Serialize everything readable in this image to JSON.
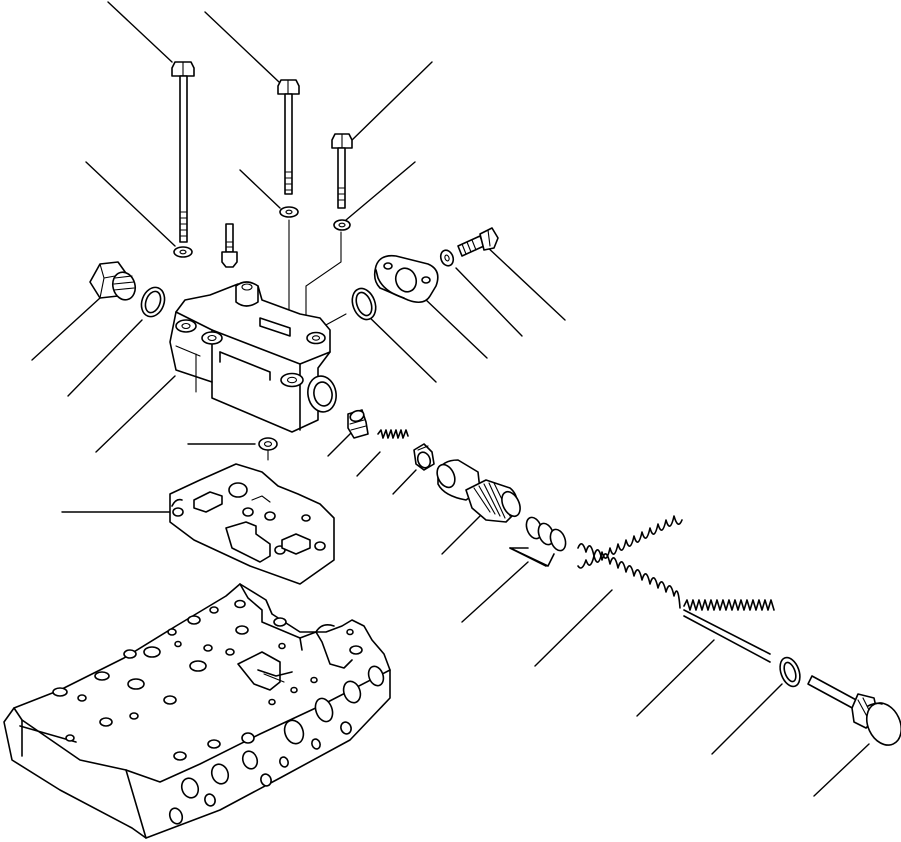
{
  "diagram": {
    "kind": "exploded-parts-view",
    "labels_printed": false,
    "parts": [
      {
        "id": "bolt-long-left"
      },
      {
        "id": "bolt-long-middle"
      },
      {
        "id": "bolt-short-right"
      },
      {
        "id": "washer-left"
      },
      {
        "id": "washer-middle"
      },
      {
        "id": "washer-right"
      },
      {
        "id": "plug-upper-left"
      },
      {
        "id": "o-ring-upper-left"
      },
      {
        "id": "small-bolt-body"
      },
      {
        "id": "valve-body"
      },
      {
        "id": "o-ring-port"
      },
      {
        "id": "flange"
      },
      {
        "id": "flange-washer"
      },
      {
        "id": "flange-bolt"
      },
      {
        "id": "lower-washer"
      },
      {
        "id": "gasket"
      },
      {
        "id": "retainer"
      },
      {
        "id": "small-spring"
      },
      {
        "id": "valve-piece"
      },
      {
        "id": "spool"
      },
      {
        "id": "shim-set"
      },
      {
        "id": "large-spring"
      },
      {
        "id": "long-spring"
      },
      {
        "id": "o-ring-end"
      },
      {
        "id": "end-plug"
      },
      {
        "id": "transmission-case"
      }
    ],
    "colors": {
      "line": "#000000",
      "background": "#ffffff"
    }
  }
}
